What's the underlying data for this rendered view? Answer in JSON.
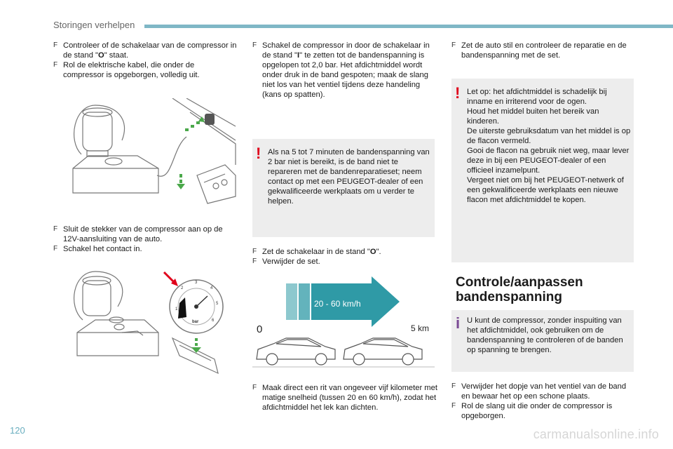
{
  "header": {
    "title": "Storingen verhelpen"
  },
  "page_number": "120",
  "watermark": "carmanualsonline.info",
  "colors": {
    "accent": "#7fb7c6",
    "warning": "#e0001b",
    "info": "#7a4a94",
    "box_bg": "#ededed",
    "arrow": "#2f9aa6"
  },
  "step_mark": "F",
  "col1": {
    "step1": {
      "a": "Controleer of de schakelaar van de compressor in de stand \"",
      "b": "O",
      "c": "\" staat."
    },
    "step2": "Rol de elektrische kabel, die onder de compressor is opgeborgen, volledig uit.",
    "step3": "Sluit de stekker van de compressor aan op de 12V-aansluiting van de auto.",
    "step4": "Schakel het contact in.",
    "gauge": {
      "labels": [
        "1",
        "2",
        "3",
        "4",
        "5",
        "6"
      ],
      "unit": "bar"
    }
  },
  "col2": {
    "step1": {
      "a": "Schakel de compressor in door de schakelaar in de stand \"",
      "b": "I",
      "c": "\" te zetten tot de bandenspanning is opgelopen tot 2,0 bar. Het afdichtmiddel wordt onder druk in de band gespoten; maak de slang niet los van het ventiel tijdens deze handeling (kans op spatten)."
    },
    "warning": "Als na 5 tot 7 minuten de bandenspanning van 2 bar niet is bereikt, is de band niet te repareren met de bandenreparatieset; neem contact op met een PEUGEOT-dealer of een gekwalificeerde werkplaats om u verder te helpen.",
    "step2": {
      "a": "Zet de schakelaar in de stand \"",
      "b": "O",
      "c": "\"."
    },
    "step3": "Verwijder de set.",
    "speed_figure": {
      "speed": "20 - 60 km/h",
      "start": "0",
      "end": "5 km"
    },
    "step4": "Maak direct een rit van ongeveer vijf kilometer met matige snelheid (tussen 20 en 60 km/h), zodat het afdichtmiddel het lek kan dichten."
  },
  "col3": {
    "step1": "Zet de auto stil en controleer de reparatie en de bandenspanning met de set.",
    "warning": "Let op: het afdichtmiddel is schadelijk bij inname en irriterend voor de ogen.\nHoud het middel buiten het bereik van kinderen.\nDe uiterste gebruiksdatum van het middel is op de flacon vermeld.\nGooi de flacon na gebruik niet weg, maar lever deze in bij een PEUGEOT-dealer of een officieel inzamelpunt.\nVergeet niet om bij het PEUGEOT-netwerk of een gekwalificeerde werkplaats een nieuwe flacon met afdichtmiddel te kopen.",
    "section_title": "Controle/aanpassen bandenspanning",
    "info": "U kunt de compressor, zonder inspuiting van het afdichtmiddel, ook gebruiken om de bandenspanning te controleren of de banden op spanning te brengen.",
    "step2": "Verwijder het dopje van het ventiel van de band en bewaar het op een schone plaats.",
    "step3": "Rol de slang uit die onder de compressor is opgeborgen."
  }
}
